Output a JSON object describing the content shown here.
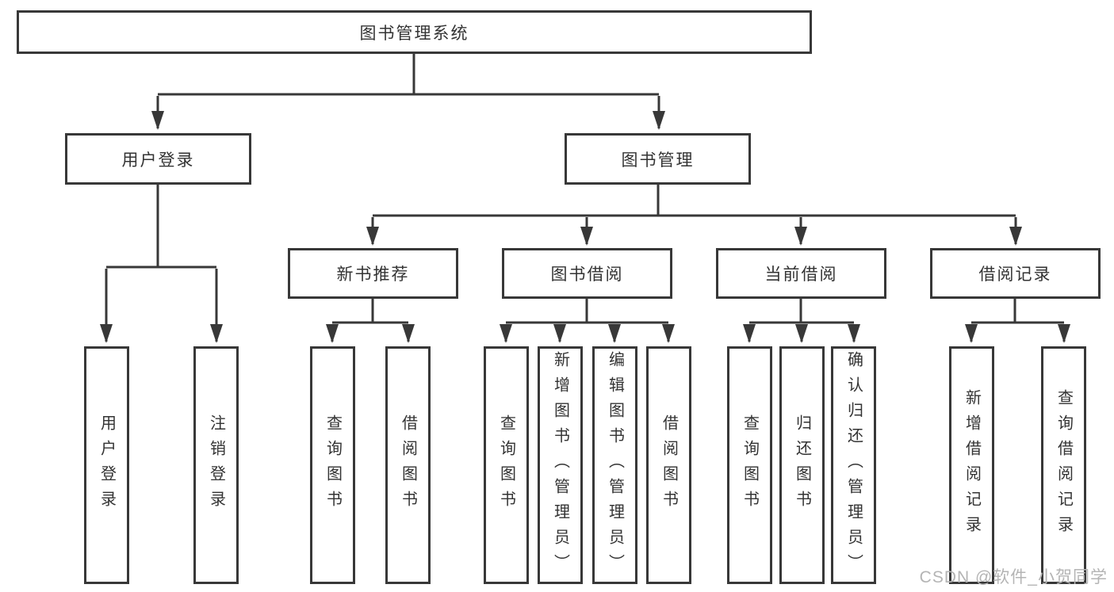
{
  "diagram": {
    "nodes": {
      "root": {
        "label": "图书管理系统"
      },
      "user_login": {
        "label": "用户登录"
      },
      "book_mgmt": {
        "label": "图书管理"
      },
      "new_book": {
        "label": "新书推荐"
      },
      "book_borrow": {
        "label": "图书借阅"
      },
      "current_borrow": {
        "label": "当前借阅"
      },
      "borrow_record": {
        "label": "借阅记录"
      }
    },
    "leaves": {
      "under_user_login": [
        {
          "label": "用户登录"
        },
        {
          "label": "注销登录"
        }
      ],
      "under_new_book": [
        {
          "label": "查询图书"
        },
        {
          "label": "借阅图书"
        }
      ],
      "under_book_borrow": [
        {
          "label": "查询图书"
        },
        {
          "label": "新增图书（管理员）"
        },
        {
          "label": "编辑图书（管理员）"
        },
        {
          "label": "借阅图书"
        }
      ],
      "under_current_borrow": [
        {
          "label": "查询图书"
        },
        {
          "label": "归还图书"
        },
        {
          "label": "确认归还（管理员）"
        }
      ],
      "under_borrow_record": [
        {
          "label": "新增借阅记录"
        },
        {
          "label": "查询借阅记录"
        }
      ]
    }
  },
  "watermark": "CSDN @软件_小贺同学",
  "colors": {
    "line": "#383838",
    "text": "#333333",
    "watermark": "#b4b4b4",
    "background": "#ffffff"
  }
}
